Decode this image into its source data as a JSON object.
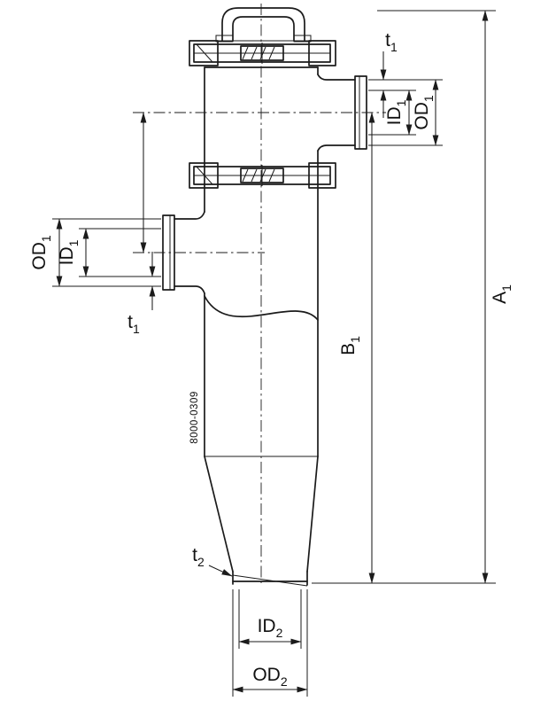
{
  "diagram": {
    "part_number": "8000-0309",
    "dimensions": {
      "t1_top": {
        "base": "t",
        "sub": "1"
      },
      "id1_right": {
        "base": "ID",
        "sub": "1"
      },
      "od1_right": {
        "base": "OD",
        "sub": "1"
      },
      "a1": {
        "base": "A",
        "sub": "1"
      },
      "b1": {
        "base": "B",
        "sub": "1"
      },
      "od1_left": {
        "base": "OD",
        "sub": "1"
      },
      "id1_left": {
        "base": "ID",
        "sub": "1"
      },
      "t1_left": {
        "base": "t",
        "sub": "1"
      },
      "t2": {
        "base": "t",
        "sub": "2"
      },
      "id2": {
        "base": "ID",
        "sub": "2"
      },
      "od2": {
        "base": "OD",
        "sub": "2"
      }
    },
    "colors": {
      "line": "#1b1b1b",
      "background": "#ffffff"
    }
  }
}
